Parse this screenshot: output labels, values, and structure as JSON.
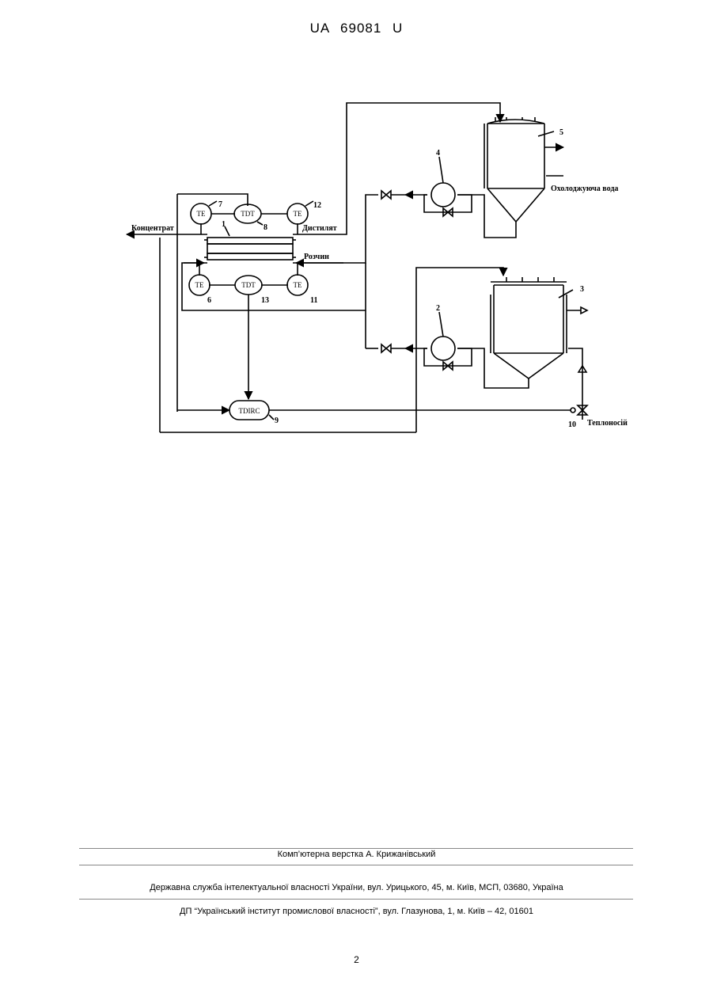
{
  "header": {
    "doc_number": "UA   69081   U"
  },
  "diagram": {
    "labels": {
      "concentrate": "Концентрат",
      "distillate": "Дистилят",
      "solution": "Розчин",
      "cooling_water": "Охолоджуюча вода",
      "heat_carrier": "Теплоносій"
    },
    "instruments": {
      "te": "TE",
      "tdt": "TDT",
      "tdirc": "TDIRC"
    },
    "numbers": {
      "n1": "1",
      "n2": "2",
      "n3": "3",
      "n4": "4",
      "n5": "5",
      "n6": "6",
      "n7": "7",
      "n8": "8",
      "n9": "9",
      "n10": "10",
      "n11": "11",
      "n12": "12",
      "n13": "13"
    }
  },
  "footer": {
    "layout_credit": "Комп’ютерна верстка А. Крижанівський",
    "agency": "Державна служба інтелектуальної власності України, вул. Урицького, 45, м. Київ, МСП, 03680, Україна",
    "institute": "ДП “Український інститут промислової власності”, вул. Глазунова, 1, м. Київ – 42, 01601"
  },
  "page_number": "2"
}
